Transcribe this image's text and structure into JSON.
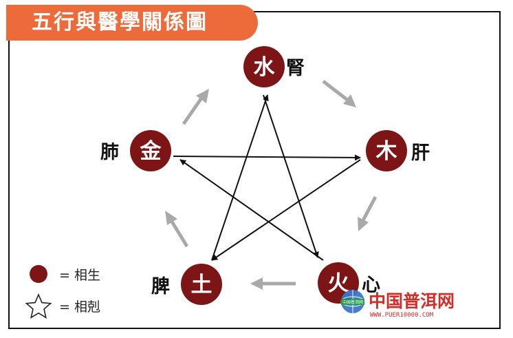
{
  "title": "五行與醫學關係圖",
  "nodes": {
    "water": {
      "element": "水",
      "organ": "腎"
    },
    "wood": {
      "element": "木",
      "organ": "肝"
    },
    "fire": {
      "element": "火",
      "organ": "心"
    },
    "earth": {
      "element": "土",
      "organ": "脾"
    },
    "metal": {
      "element": "金",
      "organ": "肺"
    }
  },
  "legend": {
    "generating": "= 相生",
    "overcoming": "= 相剋"
  },
  "watermark": {
    "name": "中国普洱网",
    "url": "WWW.PUER10000.COM",
    "logo_text": "中国普洱网"
  },
  "colors": {
    "node": "#7d1416",
    "title_bg": "#ed6b3a",
    "cycle_arrow": "#a9a9a9",
    "star_line": "#111111",
    "watermark": "#d0221b"
  }
}
